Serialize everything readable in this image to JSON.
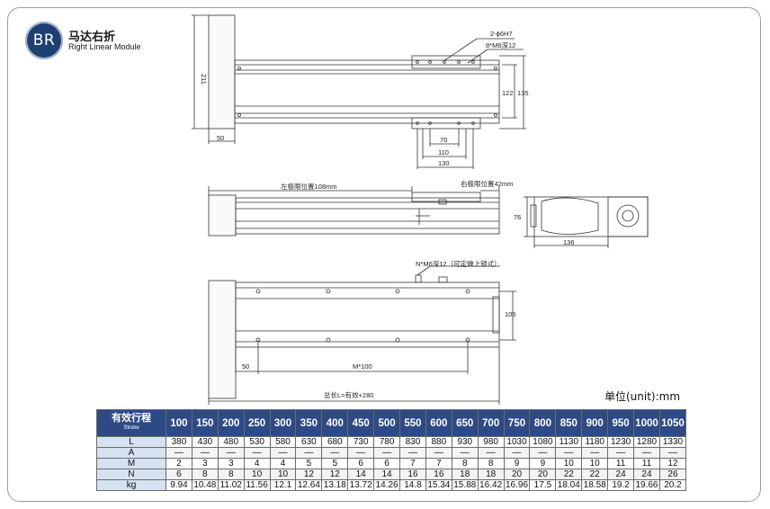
{
  "brand": {
    "logo": "BR",
    "title_cn": "马达右折",
    "title_en": "Right Linear Module"
  },
  "annotations": {
    "pin_hole": "2-ϕ6H7",
    "screw_holes_top": "8*M6深12",
    "dim_left_height": "211",
    "dim_left_width": "50",
    "dim_122": "122",
    "dim_135": "135",
    "dim_70": "70",
    "dim_110": "110",
    "dim_130": "130",
    "left_limit": "左极限位置108mm",
    "right_limit": "右极限位置42mm",
    "dim_76": "76",
    "dim_136": "136",
    "screw_holes_bottom": "N*M6深12（可定做上锁式）",
    "dim_106": "106",
    "dim_50_bottom": "50",
    "pitch": "M*100",
    "total_length": "总长L=有效+280"
  },
  "unit_label": "单位(unit):mm",
  "spec_table": {
    "header_label": "有效行程",
    "header_sub": "Stroke",
    "strokes": [
      "100",
      "150",
      "200",
      "250",
      "300",
      "350",
      "400",
      "450",
      "500",
      "550",
      "600",
      "650",
      "700",
      "750",
      "800",
      "850",
      "900",
      "950",
      "1000",
      "1050"
    ],
    "rows": [
      {
        "label": "L",
        "values": [
          "380",
          "430",
          "480",
          "530",
          "580",
          "630",
          "680",
          "730",
          "780",
          "830",
          "880",
          "930",
          "980",
          "1030",
          "1080",
          "1130",
          "1180",
          "1230",
          "1280",
          "1330"
        ]
      },
      {
        "label": "A",
        "values": [
          "—",
          "—",
          "—",
          "—",
          "—",
          "—",
          "—",
          "—",
          "—",
          "—",
          "—",
          "—",
          "—",
          "—",
          "—",
          "—",
          "—",
          "—",
          "—",
          "—"
        ]
      },
      {
        "label": "M",
        "values": [
          "2",
          "3",
          "3",
          "4",
          "4",
          "5",
          "5",
          "6",
          "6",
          "7",
          "7",
          "8",
          "8",
          "9",
          "9",
          "10",
          "10",
          "11",
          "11",
          "12"
        ]
      },
      {
        "label": "N",
        "values": [
          "6",
          "8",
          "8",
          "10",
          "10",
          "12",
          "12",
          "14",
          "14",
          "16",
          "16",
          "18",
          "18",
          "20",
          "20",
          "22",
          "22",
          "24",
          "24",
          "26"
        ]
      },
      {
        "label": "kg",
        "values": [
          "9.94",
          "10.48",
          "11.02",
          "11.56",
          "12.1",
          "12.64",
          "13.18",
          "13.72",
          "14.26",
          "14.8",
          "15.34",
          "15.88",
          "16.42",
          "16.96",
          "17.5",
          "18.04",
          "18.58",
          "19.2",
          "19.66",
          "20.2"
        ]
      }
    ]
  }
}
